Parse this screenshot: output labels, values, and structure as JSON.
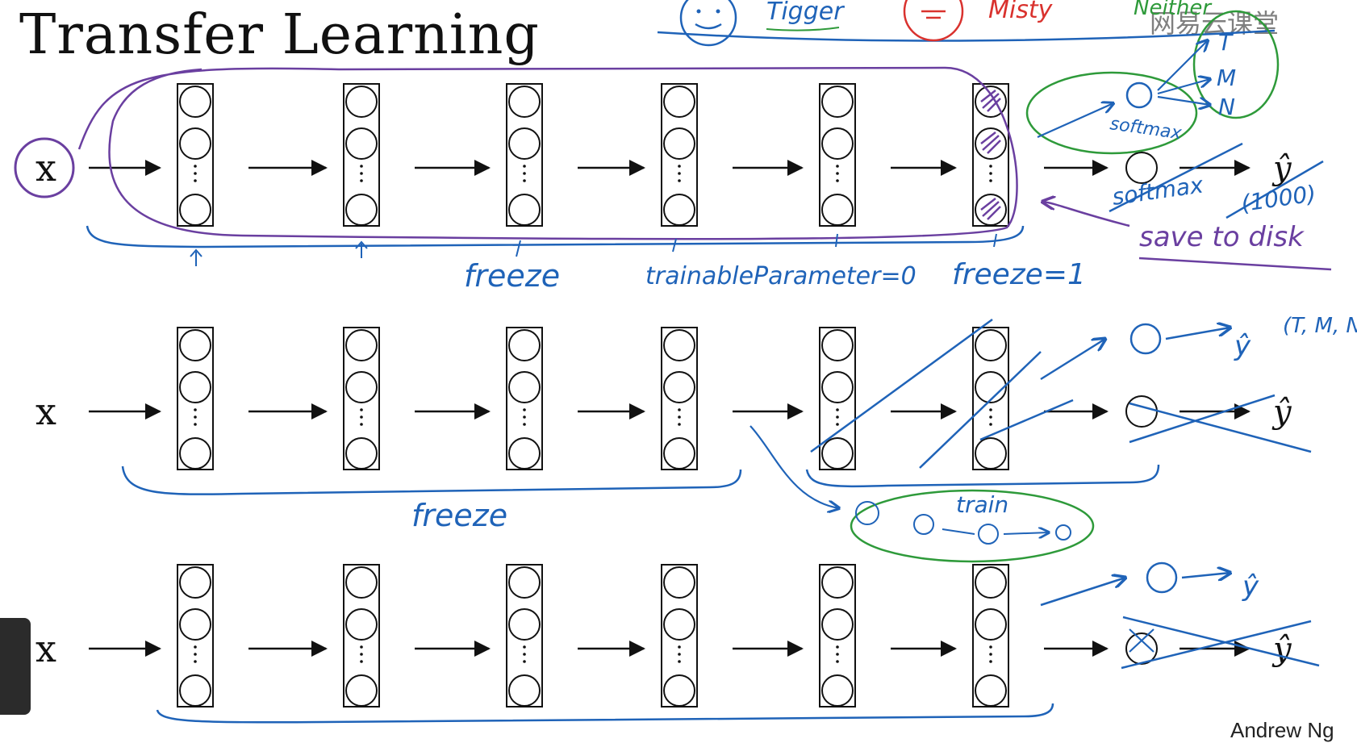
{
  "title": "Transfer Learning",
  "watermark": "网易云课堂",
  "credit": "Andrew Ng",
  "input_label": "x",
  "output_label": "ŷ",
  "annotations": {
    "top_names": [
      "Tigger",
      "Misty",
      "Neither"
    ],
    "top_classes": [
      "T",
      "M",
      "N"
    ],
    "softmax_small": "softmax",
    "softmax_crossed": "softmax",
    "crossed_1000": "(1000)",
    "save_to_disk": "save to disk",
    "freeze_row1": "freeze",
    "trainable_param": "trainableParameter=0",
    "freeze_eq": "freeze=1",
    "freeze_row2": "freeze",
    "train": "train",
    "row2_classes": "(T, M, N)"
  },
  "colors": {
    "ink": "#111111",
    "purple": "#6a3fa0",
    "blue": "#1f63b8",
    "green": "#2e9a3a",
    "red": "#d9322e"
  }
}
